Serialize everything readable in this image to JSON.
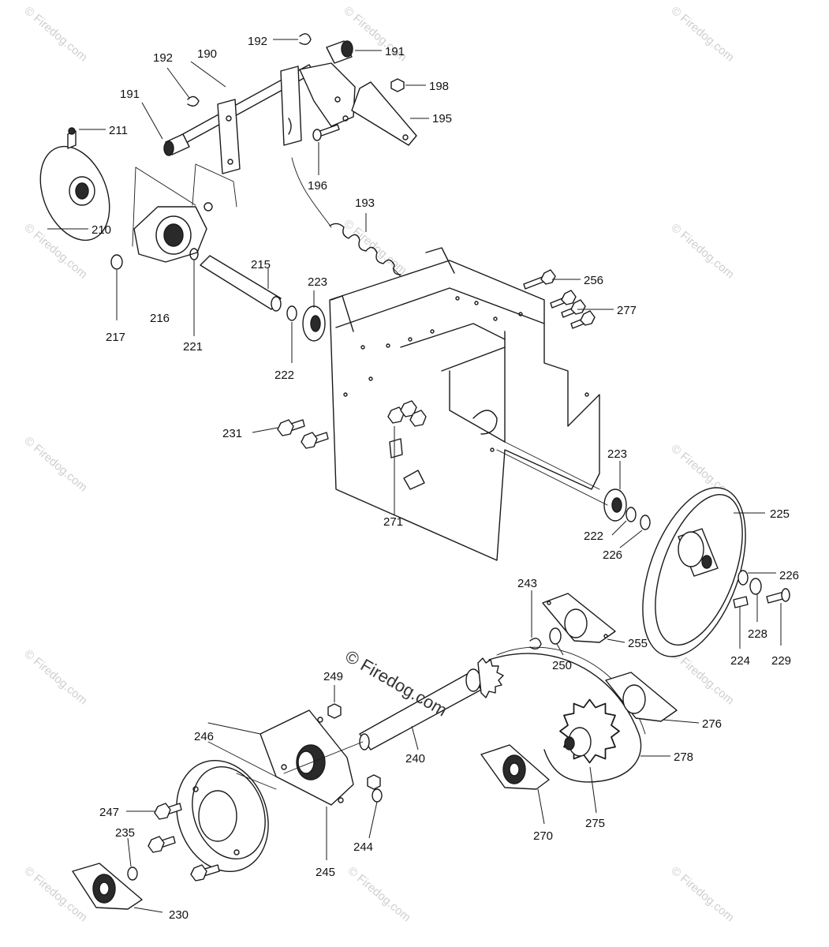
{
  "copyright": "© Firedog.com",
  "watermark": {
    "text": "© Firedog.com",
    "color": "#cfcfcf"
  },
  "callouts": [
    {
      "id": "c190",
      "label": "190"
    },
    {
      "id": "c191a",
      "label": "191"
    },
    {
      "id": "c191b",
      "label": "191"
    },
    {
      "id": "c192a",
      "label": "192"
    },
    {
      "id": "c192b",
      "label": "192"
    },
    {
      "id": "c193",
      "label": "193"
    },
    {
      "id": "c195",
      "label": "195"
    },
    {
      "id": "c196",
      "label": "196"
    },
    {
      "id": "c198",
      "label": "198"
    },
    {
      "id": "c210",
      "label": "210"
    },
    {
      "id": "c211",
      "label": "211"
    },
    {
      "id": "c215",
      "label": "215"
    },
    {
      "id": "c216",
      "label": "216"
    },
    {
      "id": "c217",
      "label": "217"
    },
    {
      "id": "c221",
      "label": "221"
    },
    {
      "id": "c222a",
      "label": "222"
    },
    {
      "id": "c222b",
      "label": "222"
    },
    {
      "id": "c223a",
      "label": "223"
    },
    {
      "id": "c223b",
      "label": "223"
    },
    {
      "id": "c224",
      "label": "224"
    },
    {
      "id": "c225",
      "label": "225"
    },
    {
      "id": "c226a",
      "label": "226"
    },
    {
      "id": "c226b",
      "label": "226"
    },
    {
      "id": "c228",
      "label": "228"
    },
    {
      "id": "c229",
      "label": "229"
    },
    {
      "id": "c230",
      "label": "230"
    },
    {
      "id": "c231",
      "label": "231"
    },
    {
      "id": "c235",
      "label": "235"
    },
    {
      "id": "c240",
      "label": "240"
    },
    {
      "id": "c243",
      "label": "243"
    },
    {
      "id": "c244",
      "label": "244"
    },
    {
      "id": "c245",
      "label": "245"
    },
    {
      "id": "c246",
      "label": "246"
    },
    {
      "id": "c247",
      "label": "247"
    },
    {
      "id": "c249",
      "label": "249"
    },
    {
      "id": "c250",
      "label": "250"
    },
    {
      "id": "c255",
      "label": "255"
    },
    {
      "id": "c256",
      "label": "256"
    },
    {
      "id": "c270",
      "label": "270"
    },
    {
      "id": "c271",
      "label": "271"
    },
    {
      "id": "c275",
      "label": "275"
    },
    {
      "id": "c276",
      "label": "276"
    },
    {
      "id": "c277",
      "label": "277"
    },
    {
      "id": "c278",
      "label": "278"
    }
  ]
}
